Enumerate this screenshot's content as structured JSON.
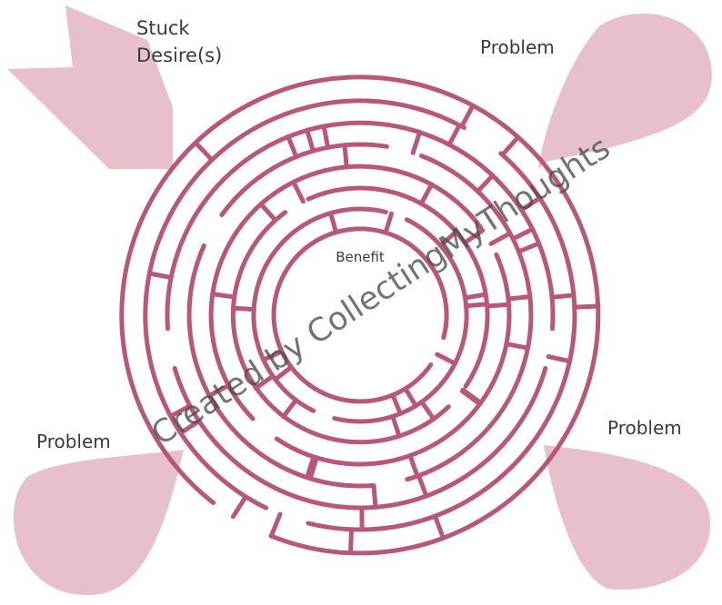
{
  "labels": {
    "stuck_line1": "Stuck",
    "stuck_line2": "Desire(s)",
    "problem_top_right": "Problem",
    "problem_bottom_left": "Problem",
    "problem_bottom_right": "Problem",
    "center": "Benefit"
  },
  "watermark": "Created by CollectingMyThoughts",
  "colors": {
    "maze": "#b8577a",
    "shape_fill": "#e8c0cc",
    "text": "#3a3a3a"
  }
}
